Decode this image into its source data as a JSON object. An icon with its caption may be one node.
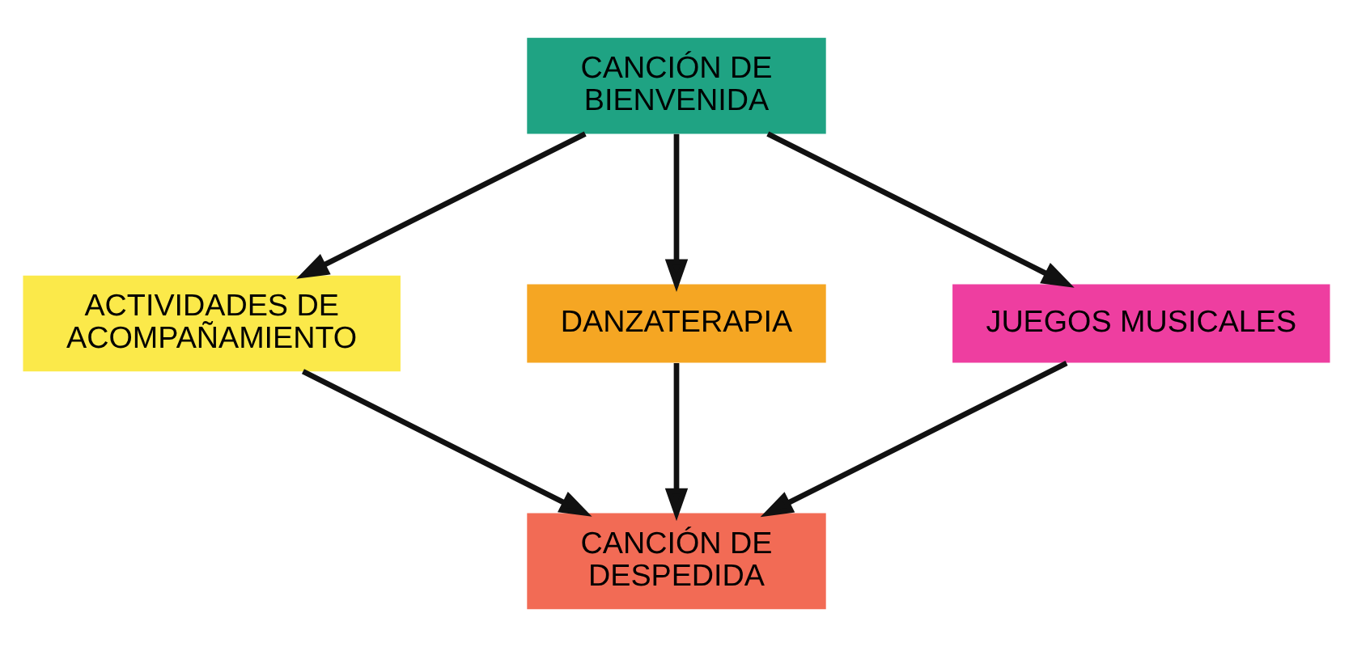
{
  "diagram": {
    "nodes": [
      {
        "text": [
          "CANCIÓN DE BIENVENIDA"
        ]
      },
      {
        "text": [
          "ACTIVIDADES DE ACOMPAÑAMIENTO"
        ]
      },
      {
        "text": [
          "DANZATERAPIA"
        ]
      },
      {
        "text": [
          "JUEGOS MUSICALES"
        ]
      },
      {
        "text": [
          "CANCIÓN DE DESPEDIDA"
        ]
      }
    ],
    "edges": [
      {
        "from": 0,
        "to": 1,
        "arrow": "to"
      },
      {
        "from": 0,
        "to": 2,
        "arrow": "to"
      },
      {
        "from": 0,
        "to": 3,
        "arrow": "to"
      },
      {
        "from": 1,
        "to": 4,
        "arrow": "to"
      },
      {
        "from": 2,
        "to": 4,
        "arrow": "to"
      },
      {
        "from": 3,
        "to": 4,
        "arrow": "to"
      }
    ]
  }
}
